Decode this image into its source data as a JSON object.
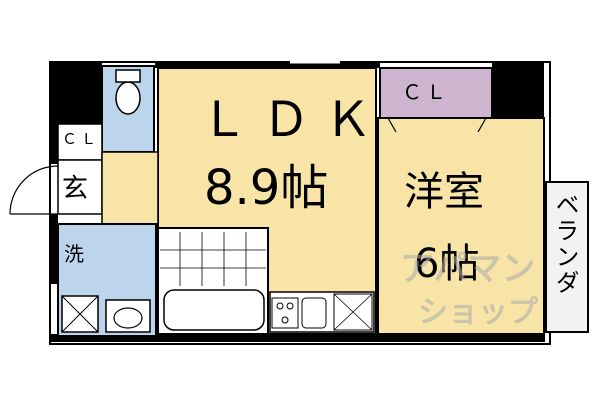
{
  "floorplan": {
    "rooms": {
      "ldk_label": "ＬＤＫ",
      "ldk_size": "8.9帖",
      "western_label": "洋室",
      "western_size": "6帖",
      "balcony_label": "ベランダ",
      "closet_main": "ＣＬ",
      "closet_entry": "ＣＬ",
      "entrance": "玄",
      "washroom": "洗"
    },
    "watermark": {
      "line1": "アパマン",
      "line2": "ショップ"
    },
    "colors": {
      "ldk_floor": "#f7e4a6",
      "western_floor": "#f7e4a6",
      "closet_fill": "#cdb4cf",
      "wet_area_fill": "#bcd4ec",
      "wall": "#000000",
      "balcony_fill": "#f2f2f2"
    }
  }
}
